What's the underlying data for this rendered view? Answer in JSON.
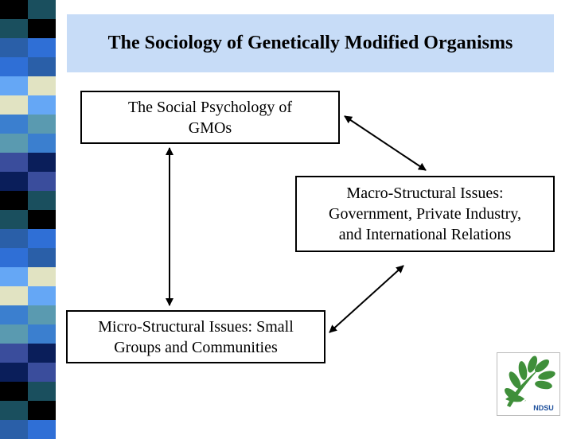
{
  "title": "The Sociology of Genetically Modified Organisms",
  "boxes": {
    "social_psychology": {
      "line1": "The Social Psychology of",
      "line2": "GMOs"
    },
    "macro_structural": {
      "line1": "Macro-Structural Issues:",
      "line2": "Government, Private Industry,",
      "line3": "and International Relations"
    },
    "micro_structural": {
      "line1": "Micro-Structural Issues: Small",
      "line2": "Groups and Communities"
    }
  },
  "logo": {
    "text": "NDSU",
    "icon": "leaf-logo-icon"
  },
  "colors": {
    "title_background": "#c7dcf7",
    "strip_palette": [
      "#000000",
      "#2f6fd6",
      "#65a7f5",
      "#5a9ab0",
      "#3a4d9c",
      "#1a4f5e",
      "#2a5fa8",
      "#e1e3c2",
      "#3b7fcf",
      "#0a1e5a"
    ],
    "logo_green": "#3f8f3a"
  }
}
